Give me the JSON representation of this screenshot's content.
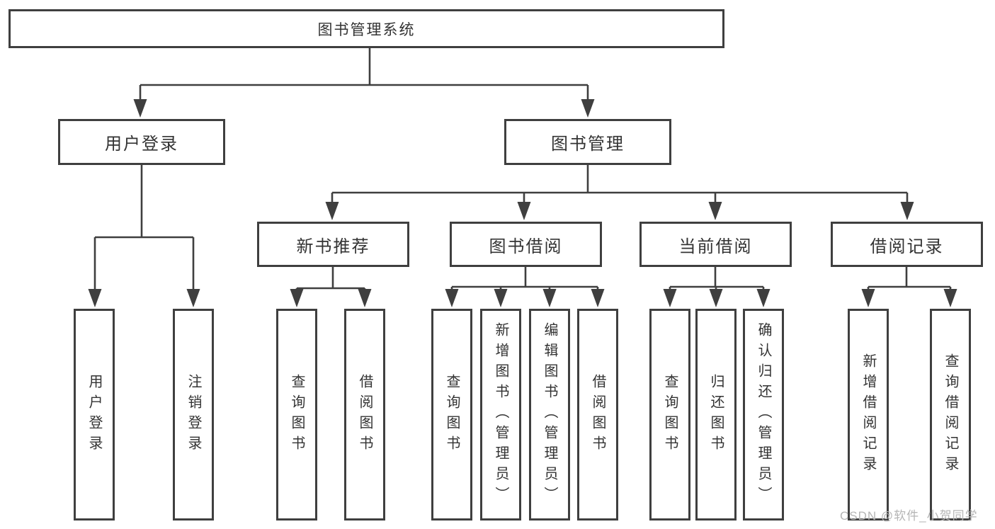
{
  "diagram": {
    "root": {
      "label": "图书管理系统"
    },
    "children": [
      {
        "label": "用户登录",
        "children": [
          {
            "label": "用户登录"
          },
          {
            "label": "注销登录"
          }
        ]
      },
      {
        "label": "图书管理",
        "children": [
          {
            "label": "新书推荐",
            "children": [
              {
                "label": "查询图书"
              },
              {
                "label": "借阅图书"
              }
            ]
          },
          {
            "label": "图书借阅",
            "children": [
              {
                "label": "查询图书"
              },
              {
                "label": "新增图书（管理员）"
              },
              {
                "label": "编辑图书（管理员）"
              },
              {
                "label": "借阅图书"
              }
            ]
          },
          {
            "label": "当前借阅",
            "children": [
              {
                "label": "查询图书"
              },
              {
                "label": "归还图书"
              },
              {
                "label": "确认归还（管理员）"
              }
            ]
          },
          {
            "label": "借阅记录",
            "children": [
              {
                "label": "新增借阅记录"
              },
              {
                "label": "查询借阅记录"
              }
            ]
          }
        ]
      }
    ]
  },
  "watermark": {
    "text": "CSDN @软件_小贺同学"
  },
  "colors": {
    "line": "#3f3f3f",
    "text": "#333333",
    "background": "#ffffff",
    "watermark": "#b5b5b5"
  }
}
